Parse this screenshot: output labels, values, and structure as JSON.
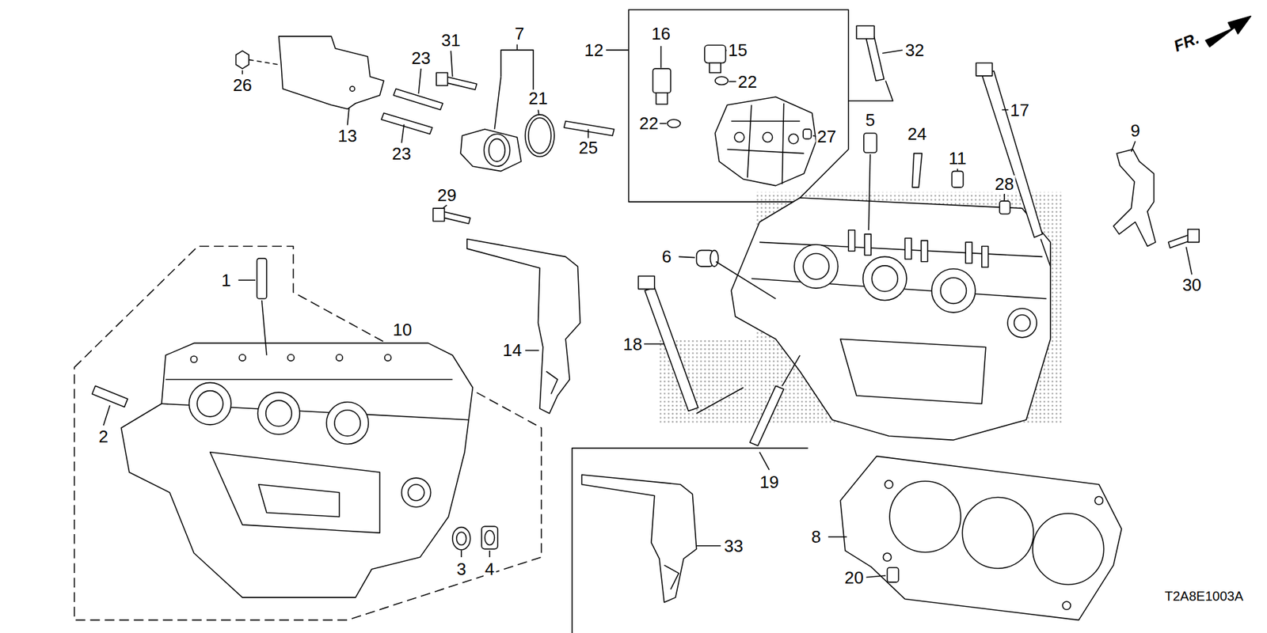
{
  "diagram": {
    "labels": [
      "7",
      "12",
      "16",
      "31",
      "32",
      "FR.",
      "15",
      "23",
      "21",
      "26",
      "22",
      "17",
      "5",
      "22",
      "9",
      "13",
      "24",
      "27",
      "25",
      "11",
      "23",
      "28",
      "29",
      "6",
      "30",
      "1",
      "10",
      "18",
      "14",
      "2",
      "19",
      "8",
      "33",
      "3",
      "4",
      "20",
      "T2A8E1003A"
    ]
  }
}
